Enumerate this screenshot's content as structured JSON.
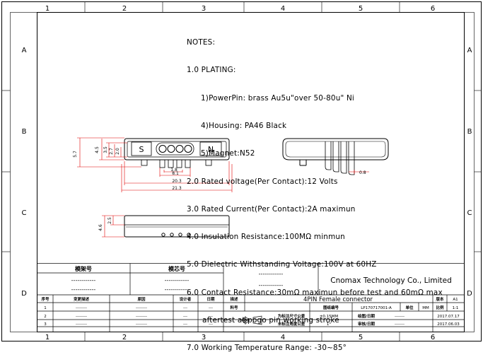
{
  "border": {
    "columns": [
      "1",
      "2",
      "3",
      "4",
      "5",
      "6"
    ],
    "rows": [
      "A",
      "B",
      "C",
      "D"
    ]
  },
  "notes": {
    "heading": "NOTES:",
    "items": [
      {
        "text": "1.0 PLATING:",
        "indent": 0
      },
      {
        "text": "1)PowerPin: brass Au5u\"over 50-80u\" Ni",
        "indent": 1
      },
      {
        "text": "4)Housing: PA46 Black",
        "indent": 1
      },
      {
        "text": "5)Magnet:N52",
        "indent": 1
      },
      {
        "text": "2.0 Rated voltage(Per Contact):12 Volts",
        "indent": 0
      },
      {
        "text": "3.0 Rated Current(Per Contact):2A maximun",
        "indent": 0
      },
      {
        "text": "4.0 Insulation Resistance:100MΩ minmun",
        "indent": 0
      },
      {
        "text": "5.0 Dielectric Withstanding Voltage:100V at 60HZ",
        "indent": 0
      },
      {
        "text": "6.0 Contact Resistance:30mΩ maximun before test and 60mΩ max",
        "indent": 0
      },
      {
        "text": "aftertest at pogo pin working stroke",
        "indent": 2
      },
      {
        "text": "7.0 Working Temperature Range: -30~85°",
        "indent": 0
      }
    ]
  },
  "front_view": {
    "labels": {
      "s": "S",
      "n": "N"
    },
    "dimensions": {
      "height_total": "5.7",
      "height_body": "4.5",
      "height_a": "3.5",
      "height_b": "2.7",
      "height_c": "2.0",
      "pitch": "1.8",
      "span_pins": "8.1",
      "width_body": "20.3",
      "width_total": "21.3"
    }
  },
  "side_view": {
    "dimensions": {
      "tail": "0.8"
    }
  },
  "bottom_view": {
    "dimensions": {
      "height_a": "4.6",
      "height_b": "2.5"
    }
  },
  "title_block": {
    "mold_no_label": "模架号",
    "mold_no_value_1": "------------",
    "mold_no_value_2": "------------",
    "core_no_label": "模芯号",
    "core_no_value_1": "------------",
    "core_no_value_2": "------------",
    "center_dashes_1": "------------",
    "center_dashes_2": "------------",
    "company": "Cnomax Technology Co., Limited",
    "rev_headers": [
      "序号",
      "变更描述",
      "原因",
      "设计者",
      "日期"
    ],
    "rev_rows": [
      [
        "1",
        "--------",
        "--------",
        "---",
        "---"
      ],
      [
        "2",
        "--------",
        "--------",
        "---",
        "---"
      ],
      [
        "3",
        "--------",
        "--------",
        "---",
        "---"
      ]
    ],
    "desc_label": "描述",
    "desc_value": "4PIN Female connector",
    "part_label": "料号",
    "drawing_no_label": "图纸编号",
    "drawing_no_value": "LP170717001-A",
    "unit_label": "单位",
    "unit_value": "MM",
    "version_label": "版本",
    "version_value": "A1",
    "scale_label": "比例",
    "scale_value": "1:1",
    "tolerance_label": "为标注尺寸公差",
    "tolerance_value": "±0.15MM",
    "drawn_label": "绘图/日期",
    "drawn_value": "-------",
    "drawn_date": "2017.07.17",
    "angle_label": "未标注角度公差",
    "angle_value": "1°",
    "checked_label": "审核/日期",
    "checked_value": "-------",
    "checked_date": "2017.06.03"
  }
}
